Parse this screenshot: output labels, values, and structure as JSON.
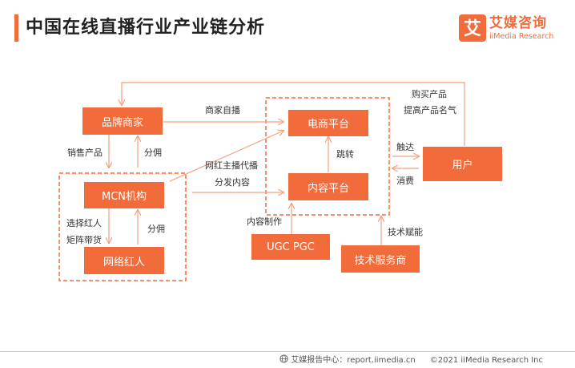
{
  "colors": {
    "accent": "#F26B3A",
    "dashed": "#F26B3A",
    "arrow": "#F4A07F"
  },
  "title": "中国在线直播行业产业链分析",
  "logo": {
    "cn": "艾媒咨询",
    "en": "iiMedia Research",
    "mark": "艾"
  },
  "nodes": {
    "brand": "品牌商家",
    "mcn": "MCN机构",
    "influencer": "网络红人",
    "ecommerce": "电商平台",
    "content": "内容平台",
    "ugc": "UGC PGC",
    "tech": "技术服务商",
    "user": "用户"
  },
  "labels": {
    "sell_products": "销售产品",
    "commission_top": "分佣",
    "select_influencer": "选择红人",
    "matrix_selling": "矩阵带货",
    "commission_bottom": "分佣",
    "merchant_live": "商家自播",
    "influencer_live": "网红主播代播",
    "distribute_content": "分发内容",
    "redirect": "跳转",
    "content_production": "内容制作",
    "tech_empower": "技术赋能",
    "buy_products": "购买产品",
    "boost_reputation": "提高产品名气",
    "reach": "触达",
    "consume": "消费"
  },
  "footer": {
    "source": "艾媒报告中心：report.iimedia.cn",
    "copyright": "©2021  iiMedia Research  Inc"
  }
}
